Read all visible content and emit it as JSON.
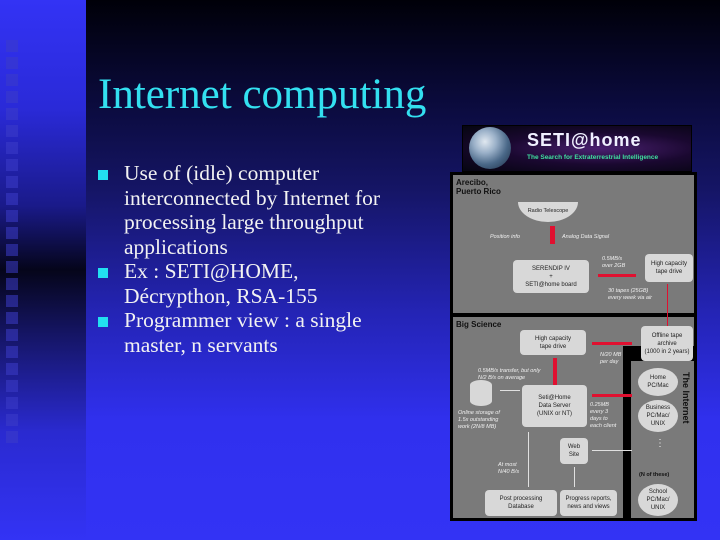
{
  "slide": {
    "title": "Internet computing",
    "bullets": [
      {
        "text": "Use of (idle) computer\ninterconnected by Internet for\nprocessing large throughput\napplications"
      },
      {
        "text": "Ex : SETI@HOME,\nDécrypthon, RSA-155"
      },
      {
        "text": "Programmer view : a single\nmaster, n servants"
      }
    ],
    "colors": {
      "title": "#33e0f0",
      "bullet": "#22e0f0",
      "text": "#f2f2f2",
      "background_bottom": "#3333f5"
    }
  },
  "banner": {
    "title": "SETI@home",
    "subtitle": "The Search for Extraterrestrial Intelligence",
    "icon": "globe-icon"
  },
  "diagram": {
    "sections": {
      "arecibo": "Arecibo,\nPuerto Rico",
      "big_science": "Big Science",
      "internet": "The Internet"
    },
    "nodes": {
      "radio_telescope": "Radio Telescope",
      "serendip": "SERENDIP IV\n+\nSETI@home board",
      "tape_drive_top": "High capacity\ntape drive",
      "tape_drive_mid": "High capacity\ntape drive",
      "offline_archive": "Offline tape\narchive\n(1000 in 2 years)",
      "data_server": "Seti@Home\nData Server\n(UNIX or NT)",
      "web_site": "Web\nSite",
      "post_processing": "Post processing\nDatabase",
      "progress_reports": "Progress reports,\nnews and views",
      "home": "Home\nPC/Mac",
      "business": "Business\nPC/Mac/\nUNIX",
      "dots": "⋮",
      "n_of_these": "(N of these)",
      "school": "School\nPC/Mac/\nUNIX"
    },
    "notes": {
      "position_info": "Position info",
      "analog_signal": "Analog Data Signal",
      "rate_top": "0.5MB/s\nover 2GB",
      "tapes": "30 tapes (25GB)\nevery week via air",
      "per_day": "N/20 MB\nper day",
      "rate_mid": "0.5MB/s transfer, but only\nN/2 B/s on average",
      "online_storage": "Online storage of\n1.5x outstanding\nwork (2N/8 MB)",
      "client_rate": "0.25MB\nevery 3\ndays to\neach client",
      "at_most": "At most\nN/40 B/s"
    }
  }
}
